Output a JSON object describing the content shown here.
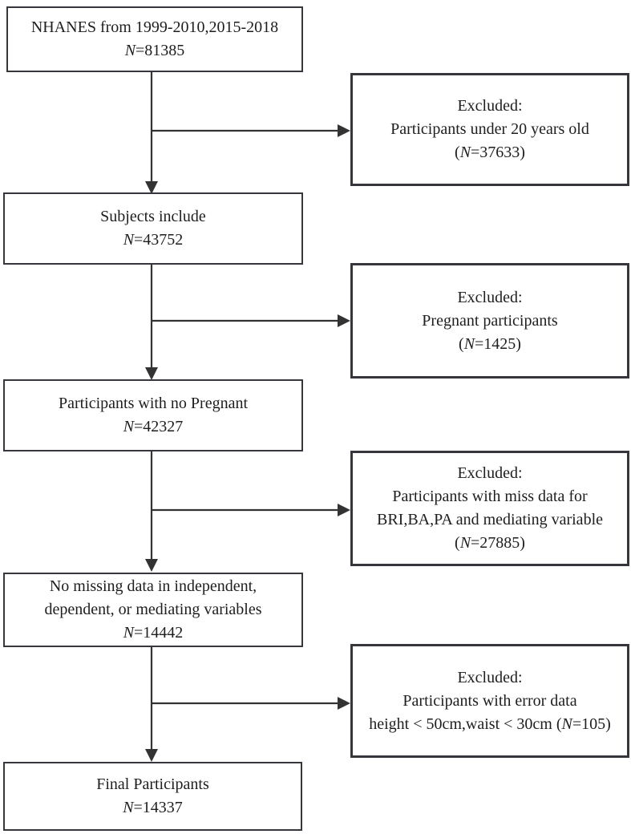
{
  "diagram": {
    "main_boxes": [
      {
        "line1": "NHANES from 1999-2010,2015-2018",
        "n_italic": "N",
        "n_rest": "=81385"
      },
      {
        "line1": "Subjects include",
        "n_italic": "N",
        "n_rest": "=43752"
      },
      {
        "line1": "Participants with no Pregnant",
        "n_italic": "N",
        "n_rest": "=42327"
      },
      {
        "line1": "No missing data in independent,",
        "line2": "dependent, or mediating variables",
        "n_italic": "N",
        "n_rest": "=14442"
      },
      {
        "line1": "Final Participants",
        "n_italic": "N",
        "n_rest": "=14337"
      }
    ],
    "excluded_boxes": [
      {
        "header": "Excluded:",
        "line1": "Participants under 20 years old",
        "n_pre": "(",
        "n_italic": "N",
        "n_rest": "=37633)"
      },
      {
        "header": "Excluded:",
        "line1": "Pregnant participants",
        "n_pre": "(",
        "n_italic": "N",
        "n_rest": "=1425)"
      },
      {
        "header": "Excluded:",
        "line1": "Participants with miss data for",
        "line2": "BRI,BA,PA and mediating variable",
        "n_pre": "(",
        "n_italic": "N",
        "n_rest": "=27885)"
      },
      {
        "header": "Excluded:",
        "line1": "Participants with error data",
        "n_pre": "height < 50cm,waist < 30cm (",
        "n_italic": "N",
        "n_rest": "=105)"
      }
    ],
    "colors": {
      "border": "#36363c",
      "arrow": "#333333",
      "text": "#1e1e1e",
      "background": "#ffffff"
    }
  }
}
